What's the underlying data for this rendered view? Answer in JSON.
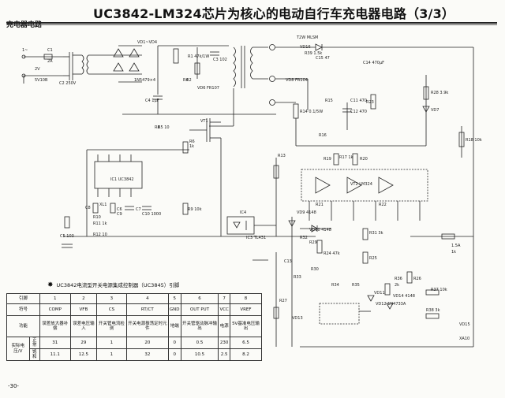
{
  "header": {
    "section_label": "充电器电路",
    "title": "UC3842-LM324芯片为核心的电动自行车充电器电路（3/3）"
  },
  "labels": [
    {
      "id": "l1",
      "text": "1~"
    },
    {
      "id": "l2",
      "text": "C1"
    },
    {
      "id": "l3",
      "text": "2A"
    },
    {
      "id": "l4",
      "text": "C2 250V"
    },
    {
      "id": "l5",
      "text": "2V"
    },
    {
      "id": "l6",
      "text": "5V10B"
    },
    {
      "id": "l7",
      "text": "VD1~VD4"
    },
    {
      "id": "l8",
      "text": "1N5479×4"
    },
    {
      "id": "l9",
      "text": "R1 47k/1W"
    },
    {
      "id": "l10",
      "text": "C3 102"
    },
    {
      "id": "l11",
      "text": "R2"
    },
    {
      "id": "l12",
      "text": "VD6 FR107"
    },
    {
      "id": "l13",
      "text": "C4 1μF"
    },
    {
      "id": "l14",
      "text": "R4"
    },
    {
      "id": "l15",
      "text": "R5 10"
    },
    {
      "id": "l16",
      "text": "R6"
    },
    {
      "id": "l17",
      "text": "1k"
    },
    {
      "id": "l18",
      "text": "C6"
    },
    {
      "id": "l19",
      "text": "C7"
    },
    {
      "id": "l20",
      "text": "VT1"
    },
    {
      "id": "l21",
      "text": "R8"
    },
    {
      "id": "l22",
      "text": "IC1 UC3842"
    },
    {
      "id": "l23",
      "text": "XL1"
    },
    {
      "id": "l24",
      "text": "C9"
    },
    {
      "id": "l25",
      "text": "C10 1000"
    },
    {
      "id": "l26",
      "text": "C8"
    },
    {
      "id": "l27",
      "text": "R10"
    },
    {
      "id": "l28",
      "text": "R11 1k"
    },
    {
      "id": "l29",
      "text": "R12 10"
    },
    {
      "id": "l30",
      "text": "R9 10k"
    },
    {
      "id": "l31",
      "text": "C5 103"
    },
    {
      "id": "l32",
      "text": "IC4"
    },
    {
      "id": "l33",
      "text": "IC3 TL431"
    },
    {
      "id": "l34",
      "text": "R13"
    },
    {
      "id": "l35",
      "text": "VD8 FR104"
    },
    {
      "id": "l36",
      "text": "R14 0.1/5W"
    },
    {
      "id": "l37",
      "text": "R15"
    },
    {
      "id": "l38",
      "text": "C11 470"
    },
    {
      "id": "l39",
      "text": "R17 1k"
    },
    {
      "id": "l40",
      "text": "R16"
    },
    {
      "id": "l41",
      "text": "VT2 LM324"
    },
    {
      "id": "l42",
      "text": "C12 470"
    },
    {
      "id": "l43",
      "text": "VD9 4148"
    },
    {
      "id": "l44",
      "text": "VD10 4148"
    },
    {
      "id": "l45",
      "text": "R23"
    },
    {
      "id": "l46",
      "text": "C13"
    },
    {
      "id": "l47",
      "text": "R24 47k"
    },
    {
      "id": "l48",
      "text": "R25"
    },
    {
      "id": "l49",
      "text": "R26"
    },
    {
      "id": "l50",
      "text": "VD11"
    },
    {
      "id": "l51",
      "text": "VD12 1N4733A"
    },
    {
      "id": "l52",
      "text": "R27"
    },
    {
      "id": "l53",
      "text": "C14 470μF"
    },
    {
      "id": "l54",
      "text": "R28 3.9k"
    },
    {
      "id": "l55",
      "text": "VD7"
    },
    {
      "id": "l56",
      "text": "R18 10k"
    },
    {
      "id": "l57",
      "text": "R19"
    },
    {
      "id": "l58",
      "text": "R20"
    },
    {
      "id": "l59",
      "text": "R21"
    },
    {
      "id": "l60",
      "text": "R22"
    },
    {
      "id": "l61",
      "text": "R29"
    },
    {
      "id": "l62",
      "text": "R30"
    },
    {
      "id": "l63",
      "text": "R31 3k"
    },
    {
      "id": "l64",
      "text": "R32"
    },
    {
      "id": "l65",
      "text": "R33"
    },
    {
      "id": "l66",
      "text": "R34"
    },
    {
      "id": "l67",
      "text": "R35"
    },
    {
      "id": "l68",
      "text": "VD13"
    },
    {
      "id": "l69",
      "text": "VD14 4148"
    },
    {
      "id": "l70",
      "text": "1.5A"
    },
    {
      "id": "l71",
      "text": "1k"
    },
    {
      "id": "l72",
      "text": "R36"
    },
    {
      "id": "l73",
      "text": "2k"
    },
    {
      "id": "l74",
      "text": "R37 10k"
    },
    {
      "id": "l75",
      "text": "VD15"
    },
    {
      "id": "l76",
      "text": "XA10"
    },
    {
      "id": "l77",
      "text": "R38 3k"
    },
    {
      "id": "l78",
      "text": "VD16"
    },
    {
      "id": "l79",
      "text": "T2W MLSM"
    },
    {
      "id": "l80",
      "text": "C15 47"
    },
    {
      "id": "l81",
      "text": "R39 1.5k"
    }
  ],
  "pin_table": {
    "caption": "UC3842电流型开关电源集成控制器（UC3845）引脚",
    "header_label": "引脚",
    "pins": [
      "1",
      "2",
      "3",
      "4",
      "5",
      "6",
      "7",
      "8"
    ],
    "symbol_label": "符号",
    "symbols": [
      "COMP",
      "VFB",
      "CS",
      "RT/CT",
      "GND",
      "OUT PUT",
      "VCC",
      "VREF"
    ],
    "function_label": "功能",
    "functions": [
      "误差放大器补偿",
      "误差电压输入",
      "开关管电流检测",
      "开关电源振荡定时元件",
      "地端",
      "开关管驱动脉冲输出",
      "电源",
      "5V基准电压输出"
    ],
    "measure_label": "实际电压/V",
    "rows": [
      {
        "label": "正常",
        "values": [
          "31",
          "29",
          "1",
          "20",
          "0",
          "0.5",
          "230",
          "6.5"
        ]
      },
      {
        "label": "饱和",
        "values": [
          "11.1",
          "12.5",
          "1",
          "32",
          "0",
          "10.5",
          "2.5",
          "8.2"
        ]
      }
    ]
  },
  "footer": {
    "page_number": "-30-"
  }
}
